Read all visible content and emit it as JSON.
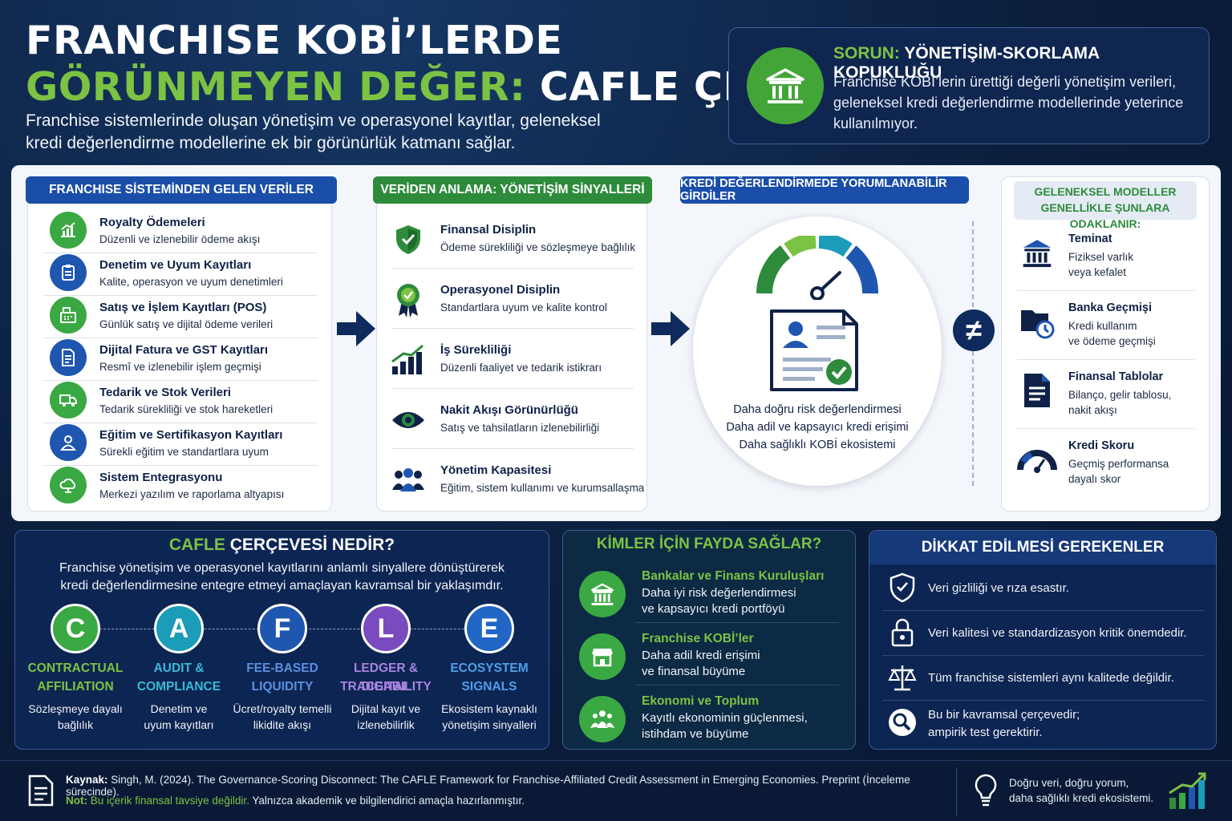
{
  "header": {
    "title_line1": "FRANCHISE KOBİ’LERDE",
    "title_line2a": "GÖRÜNMEYEN DEĞER:",
    "title_line2b": "CAFLE ÇERÇEVESİ",
    "subtitle": "Franchise sistemlerinde oluşan yönetişim ve operasyonel kayıtlar, geleneksel kredi değerlendirme modellerine ek bir görünürlük katmanı sağlar."
  },
  "problem": {
    "label": "SORUN:",
    "title": "YÖNETİŞİM-SKORLAMA KOPUKLUĞU",
    "text": "Franchise KOBİ’lerin ürettiği değerli yönetişim verileri, geleneksel kredi değerlendirme modellerinde yeterince kullanılmıyor.",
    "icon": "bank-icon"
  },
  "col1": {
    "header": "FRANCHISE SİSTEMİNDEN GELEN VERİLER",
    "items": [
      {
        "title": "Royalty Ödemeleri",
        "sub": "Düzenli ve izlenebilir ödeme akışı",
        "icon": "chart-up-icon"
      },
      {
        "title": "Denetim ve Uyum Kayıtları",
        "sub": "Kalite, operasyon ve uyum denetimleri",
        "icon": "clipboard-icon"
      },
      {
        "title": "Satış ve İşlem Kayıtları (POS)",
        "sub": "Günlük satış ve dijital ödeme verileri",
        "icon": "pos-icon"
      },
      {
        "title": "Dijital Fatura ve GST Kayıtları",
        "sub": "Resmî ve izlenebilir işlem geçmişi",
        "icon": "invoice-icon"
      },
      {
        "title": "Tedarik ve Stok Verileri",
        "sub": "Tedarik sürekliliği ve stok hareketleri",
        "icon": "truck-icon"
      },
      {
        "title": "Eğitim ve Sertifikasyon Kayıtları",
        "sub": "Sürekli eğitim ve standartlara uyum",
        "icon": "user-badge-icon"
      },
      {
        "title": "Sistem Entegrasyonu",
        "sub": "Merkezi yazılım ve raporlama altyapısı",
        "icon": "cloud-icon"
      }
    ]
  },
  "col2": {
    "header": "VERİDEN ANLAMA: YÖNETİŞİM SİNYALLERİ",
    "items": [
      {
        "title": "Finansal Disiplin",
        "sub": "Ödeme sürekliliği ve sözleşmeye bağlılık",
        "icon": "shield-check-icon"
      },
      {
        "title": "Operasyonel Disiplin",
        "sub": "Standartlara uyum ve kalite kontrol",
        "icon": "award-icon"
      },
      {
        "title": "İş Sürekliliği",
        "sub": "Düzenli faaliyet ve tedarik istikrarı",
        "icon": "growth-icon"
      },
      {
        "title": "Nakit Akışı Görünürlüğü",
        "sub": "Satış ve tahsilatların izlenebilirliği",
        "icon": "eye-icon"
      },
      {
        "title": "Yönetim Kapasitesi",
        "sub": "Eğitim, sistem kullanımı ve kurumsallaşma",
        "icon": "team-icon"
      }
    ]
  },
  "col3": {
    "header": "KREDİ DEĞERLENDİRMEDE YORUMLANABİLİR GİRDİLER",
    "lines": [
      "Daha doğru risk değerlendirmesi",
      "Daha adil ve kapsayıcı kredi erişimi",
      "Daha sağlıklı KOBİ ekosistemi"
    ]
  },
  "col4": {
    "header1": "GELENEKSEL MODELLER",
    "header2": "GENELLİKLE ŞUNLARA ODAKLANIR:",
    "items": [
      {
        "title": "Teminat",
        "l1": "Fiziksel varlık",
        "l2": "veya kefalet",
        "icon": "bank-icon"
      },
      {
        "title": "Banka Geçmişi",
        "l1": "Kredi kullanım",
        "l2": "ve ödeme geçmişi",
        "icon": "folder-clock-icon"
      },
      {
        "title": "Finansal Tablolar",
        "l1": "Bilanço, gelir tablosu,",
        "l2": "nakit akışı",
        "icon": "document-icon"
      },
      {
        "title": "Kredi Skoru",
        "l1": "Geçmiş performansa",
        "l2": "dayalı skor",
        "icon": "gauge-icon"
      }
    ]
  },
  "noteq": "≠",
  "cafle": {
    "title_a": "CAFLE",
    "title_b": "ÇERÇEVESİ NEDİR?",
    "desc1": "Franchise yönetişim ve operasyonel kayıtlarını anlamlı sinyallere dönüştürerek",
    "desc2": "kredi değerlendirmesine entegre etmeyi amaçlayan kavramsal bir yaklaşımdır.",
    "letters": [
      {
        "l": "C",
        "n1": "CONTRACTUAL",
        "n2": "AFFILIATION",
        "d1": "Sözleşmeye dayalı",
        "d2": "bağlılık",
        "color": "#3aa843",
        "tc": "#7cc243"
      },
      {
        "l": "A",
        "n1": "AUDIT &",
        "n2": "COMPLIANCE",
        "d1": "Denetim ve",
        "d2": "uyum kayıtları",
        "color": "#1b9cb8",
        "tc": "#3bb9d6"
      },
      {
        "l": "F",
        "n1": "FEE-BASED",
        "n2": "LIQUIDITY",
        "d1": "Ücret/royalty temelli",
        "d2": "likidite akışı",
        "color": "#1f56b0",
        "tc": "#5a8fe0"
      },
      {
        "l": "L",
        "n1": "LEDGER & DIGITAL",
        "n2": "TRACEABILITY",
        "d1": "Dijital kayıt ve",
        "d2": "izlenebilirlik",
        "color": "#7a4bbf",
        "tc": "#a884e0"
      },
      {
        "l": "E",
        "n1": "ECOSYSTEM",
        "n2": "SIGNALS",
        "d1": "Ekosistem kaynaklı",
        "d2": "yönetişim sinyalleri",
        "color": "#2166c4",
        "tc": "#4ea0e8"
      }
    ]
  },
  "benefit": {
    "title": "KİMLER İÇİN FAYDA SAĞLAR?",
    "items": [
      {
        "title": "Bankalar ve Finans Kuruluşları",
        "l1": "Daha iyi risk değerlendirmesi",
        "l2": "ve kapsayıcı kredi portföyü",
        "icon": "bank-icon"
      },
      {
        "title": "Franchise KOBİ’ler",
        "l1": "Daha adil kredi erişimi",
        "l2": "ve finansal büyüme",
        "icon": "store-icon"
      },
      {
        "title": "Ekonomi ve Toplum",
        "l1": "Kayıtlı ekonominin güçlenmesi,",
        "l2": "istihdam ve büyüme",
        "icon": "people-icon"
      }
    ]
  },
  "caution": {
    "title": "DİKKAT EDİLMESİ GEREKENLER",
    "items": [
      {
        "l1": "Veri gizliliği ve rıza esastır.",
        "l2": "",
        "icon": "shield-icon"
      },
      {
        "l1": "Veri kalitesi ve standardizasyon kritik önemdedir.",
        "l2": "",
        "icon": "lock-icon"
      },
      {
        "l1": "Tüm franchise sistemleri aynı kalitede değildir.",
        "l2": "",
        "icon": "scale-icon"
      },
      {
        "l1": "Bu bir kavramsal çerçevedir;",
        "l2": "ampirik test gerektirir.",
        "icon": "magnifier-icon"
      }
    ]
  },
  "footer": {
    "source_label": "Kaynak:",
    "source": "Singh, M. (2024). The Governance-Scoring Disconnect: The CAFLE Framework for Franchise-Affiliated Credit Assessment in Emerging Economies. Preprint (İnceleme sürecinde).",
    "note_label": "Not:",
    "note_a": "Bu içerik finansal tavsiye değildir.",
    "note_b": "Yalnızca akademik ve bilgilendirici amaçla hazırlanmıştır.",
    "tag1": "Doğru veri, doğru yorum,",
    "tag2": "daha sağlıklı kredi ekosistemi."
  }
}
